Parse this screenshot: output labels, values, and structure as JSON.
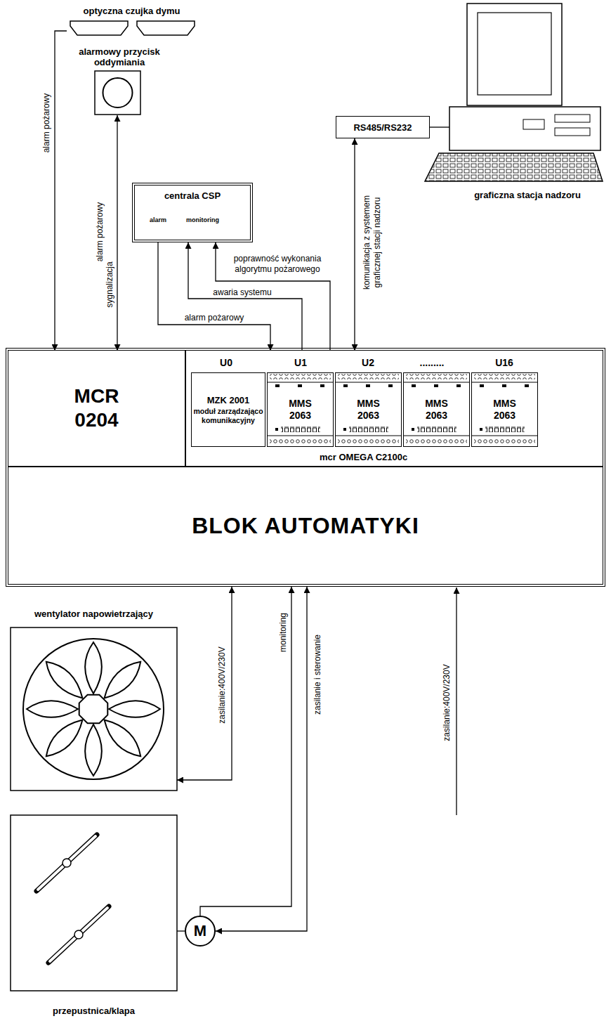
{
  "diagram": {
    "nodes": [
      {
        "text": [
          "optyczna czujka dymu"
        ]
      },
      {
        "text": [
          "alarmowy przycisk oddymiania"
        ]
      },
      {
        "text": [
          "centrala CSP",
          "alarm",
          "monitoring"
        ]
      },
      {
        "text": [
          "RS485/RS232"
        ]
      },
      {
        "text": [
          "graficzna stacja nadzoru"
        ]
      },
      {
        "text": [
          "BLOK AUTOMATYKI"
        ]
      },
      {
        "text": [
          "MCR 0204"
        ],
        "in": 5
      },
      {
        "text": [
          "mcr OMEGA C2100c"
        ],
        "in": 5
      },
      {
        "text": [
          "MZK 2001",
          "moduł zarządzająco komunikacyjny"
        ],
        "in": 7
      },
      {
        "text": [
          "MMS 2063"
        ],
        "in": 7
      },
      {
        "text": [
          "MMS 2063"
        ],
        "in": 7
      },
      {
        "text": [
          "MMS 2063"
        ],
        "in": 7
      },
      {
        "text": [
          "MMS 2063"
        ],
        "in": 7
      },
      {
        "text": [
          "wentylator napowietrzający"
        ]
      },
      {
        "text": [
          "przepustnica/klapa"
        ]
      },
      {
        "text": [
          "M"
        ]
      }
    ],
    "edges": [
      {
        "from": 0,
        "to": 6,
        "label": "alarm pożarowy",
        "arrow": "to"
      },
      {
        "from": 1,
        "to": 6,
        "label": "alarm pożarowy",
        "arrow": "both"
      },
      {
        "from": 2,
        "to": 7,
        "label": "alarm pożarowy",
        "arrow": "to"
      },
      {
        "from": 7,
        "to": 2,
        "label": "awaria systemu",
        "arrow": "to"
      },
      {
        "from": 7,
        "to": 2,
        "label": "poprawność wykonania algorytmu pożarowego",
        "arrow": "to"
      },
      {
        "from": 3,
        "to": 7,
        "label": "komunikacja z systemem graficznej stacji nadzoru",
        "arrow": "both"
      },
      {
        "from": 3,
        "to": 4,
        "arrow": "none"
      },
      {
        "from": 5,
        "to": 13,
        "label": "zasilanie:400V/230V",
        "arrow": "both"
      },
      {
        "from": 15,
        "to": 5,
        "label": "monitoring",
        "arrow": "to"
      },
      {
        "from": 5,
        "to": 15,
        "label": "zasilanie i sterowanie",
        "arrow": "both"
      },
      {
        "from": 15,
        "to": 14,
        "arrow": "none"
      }
    ],
    "labels": [
      "sygnalizacja",
      "U0",
      "U1",
      "U2",
      ".........",
      "U16",
      "zasilanie:400V/230V"
    ]
  }
}
